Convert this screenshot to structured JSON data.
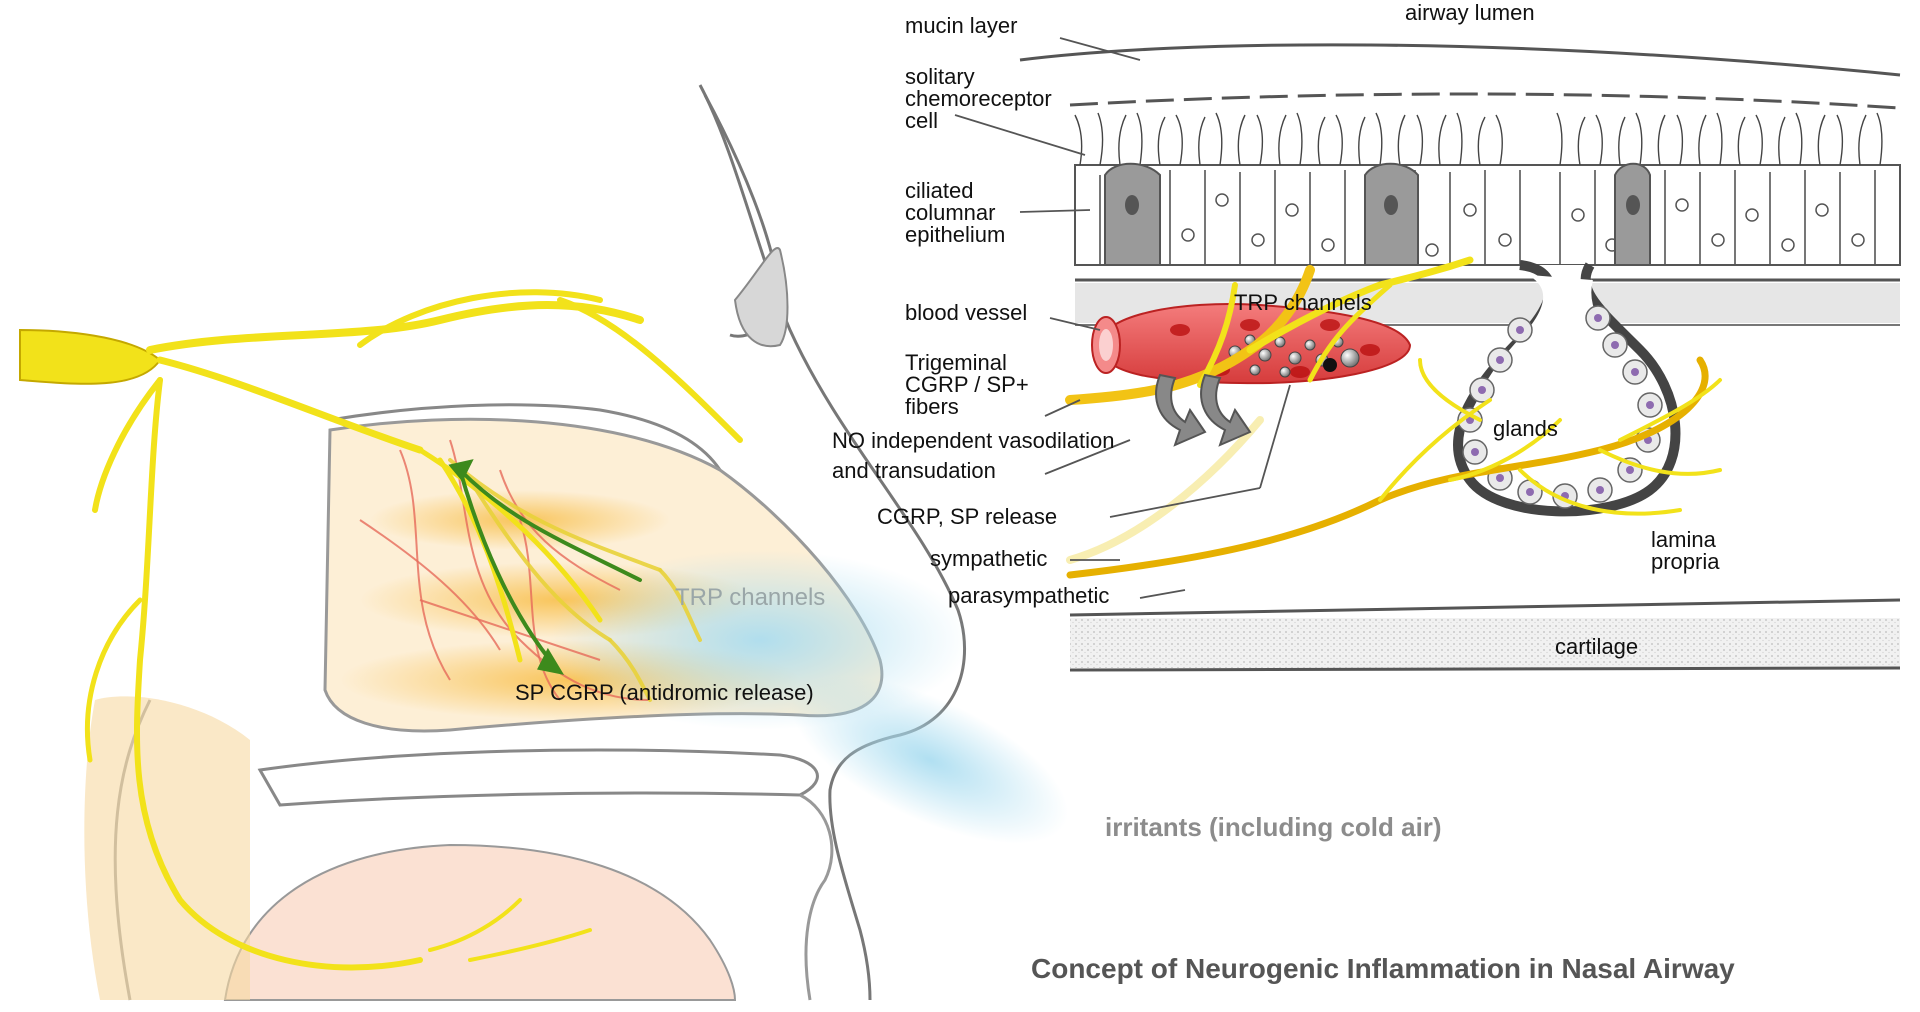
{
  "figure": {
    "title": "Concept of Neurogenic Inflammation in Nasal Airway"
  },
  "left_panel": {
    "labels": {
      "trp_channels": "TRP channels",
      "sp_cgrp": "SP CGRP (antidromic release)",
      "irritants": "irritants (including cold air)"
    }
  },
  "right_panel": {
    "labels": {
      "airway_lumen": "airway lumen",
      "mucin_layer": "mucin layer",
      "solitary_chemoreceptor_cell": [
        "solitary",
        "chemoreceptor",
        "cell"
      ],
      "ciliated_columnar_epithelium": [
        "ciliated",
        "columnar",
        "epithelium"
      ],
      "blood_vessel": "blood vessel",
      "trigeminal_fibers": [
        "Trigeminal",
        "CGRP / SP+",
        "fibers"
      ],
      "trp_channels": "TRP channels",
      "no_vasodilation": [
        "NO independent vasodilation",
        "and transudation"
      ],
      "cgrp_sp_release": "CGRP, SP release",
      "sympathetic": "sympathetic",
      "parasympathetic": "parasympathetic",
      "glands": "glands",
      "lamina_propria": [
        "lamina",
        "propria"
      ],
      "cartilage": "cartilage"
    }
  },
  "colors": {
    "nerve": "#f2e21a",
    "nerve_dark": "#e0a800",
    "vessel": "#e84a4a",
    "antidromic_arrow": "#3d8a1c",
    "irritant_cloud": "#a8dcf0",
    "outline": "#666666",
    "gland_nuclei": "#8e6bb0"
  }
}
